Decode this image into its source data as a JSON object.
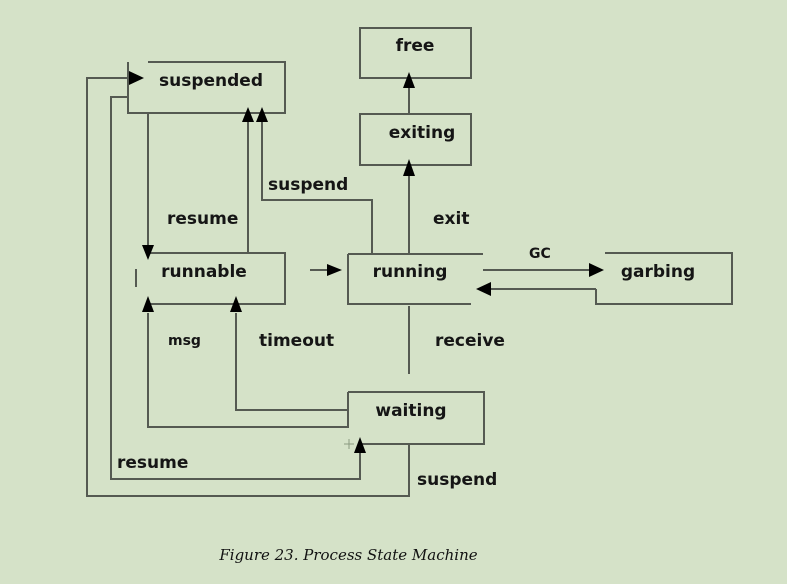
{
  "states": {
    "suspended": "suspended",
    "free": "free",
    "exiting": "exiting",
    "runnable": "runnable",
    "running": "running",
    "garbing": "garbing",
    "waiting": "waiting"
  },
  "transitions": {
    "suspend_from_running": "suspend",
    "resume_to_runnable": "resume",
    "exit": "exit",
    "gc": "GC",
    "msg": "msg",
    "timeout": "timeout",
    "receive": "receive",
    "resume_to_waiting": "resume",
    "suspend_from_waiting": "suspend"
  },
  "caption": "Figure 23. Process State Machine"
}
